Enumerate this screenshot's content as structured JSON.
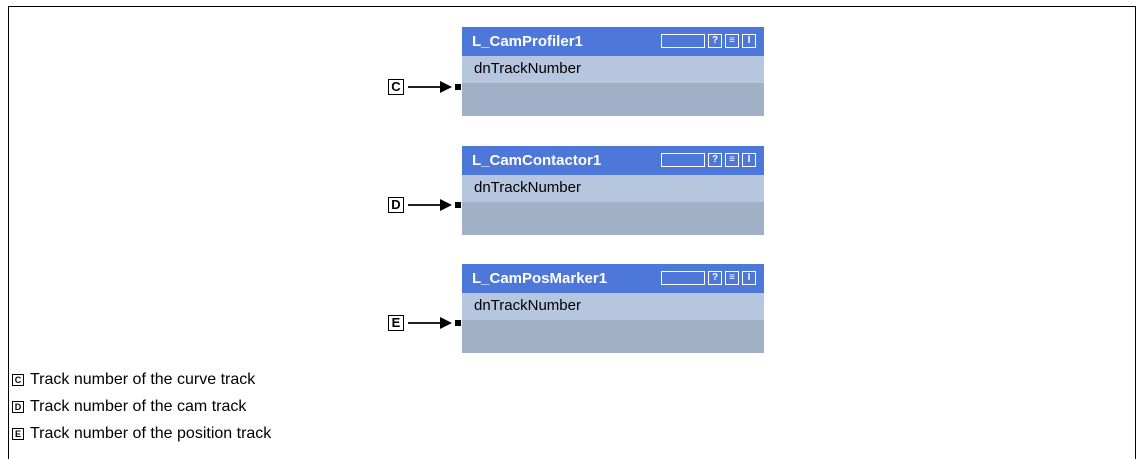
{
  "blocks": [
    {
      "title": "L_CamProfiler1",
      "port": "dnTrackNumber",
      "label": "C",
      "menu_icon": "?"
    },
    {
      "title": "L_CamContactor1",
      "port": "dnTrackNumber",
      "label": "D",
      "menu_icon": "?"
    },
    {
      "title": "L_CamPosMarker1",
      "port": "dnTrackNumber",
      "label": "E",
      "menu_icon": "?"
    }
  ],
  "legend": [
    {
      "label": "C",
      "text": "Track number of the curve track"
    },
    {
      "label": "D",
      "text": "Track number of the cam track"
    },
    {
      "label": "E",
      "text": "Track number of the position track"
    }
  ]
}
